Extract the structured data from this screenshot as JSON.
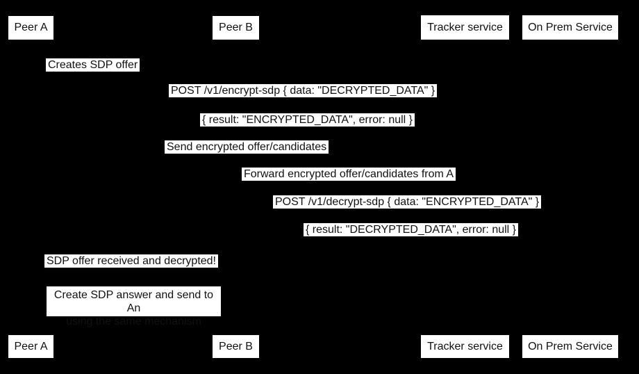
{
  "diagram": {
    "type": "sequence-diagram",
    "colors": {
      "background": "#000000",
      "actor_fill": "#ffffff",
      "label_fill": "#ffffff",
      "text": "#111111"
    },
    "actors": [
      {
        "label": "Peer A"
      },
      {
        "label": "Peer B"
      },
      {
        "label": "Tracker service"
      },
      {
        "label": "On Prem Service"
      }
    ],
    "messages": [
      {
        "label": "Creates SDP offer"
      },
      {
        "label": "POST /v1/encrypt-sdp { data: \"DECRYPTED_DATA\" }"
      },
      {
        "label": "{ result: \"ENCRYPTED_DATA\", error: null }"
      },
      {
        "label": "Send encrypted offer/candidates"
      },
      {
        "label": "Forward encrypted offer/candidates from A"
      },
      {
        "label": "POST /v1/decrypt-sdp { data: \"ENCRYPTED_DATA\" }"
      },
      {
        "label": "{ result: \"DECRYPTED_DATA\", error: null }"
      },
      {
        "label": "SDP offer received and decrypted!"
      },
      {
        "label_line1": "Create SDP answer and send to An",
        "label_line2": "using the same mechanism"
      }
    ]
  }
}
